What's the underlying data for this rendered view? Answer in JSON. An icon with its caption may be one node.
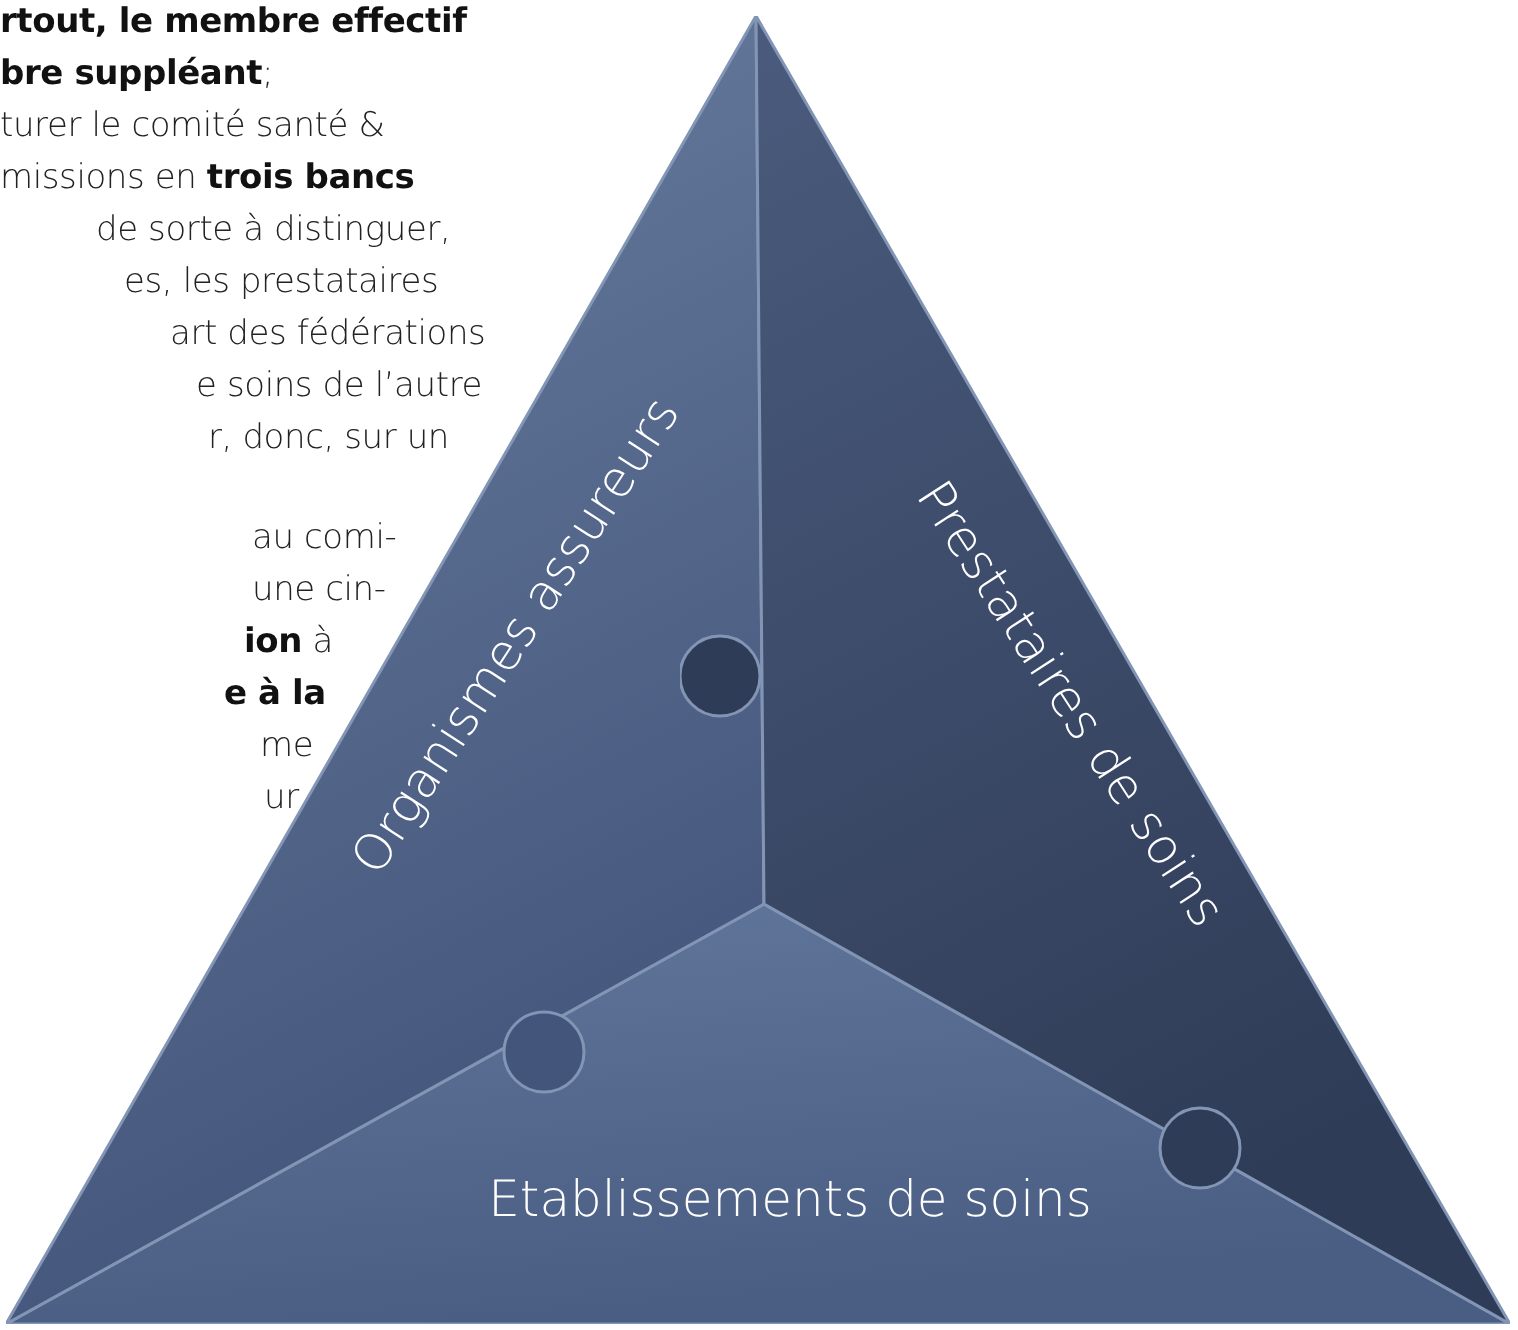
{
  "diagram": {
    "nodes": [
      {
        "text": [
          "Organismes assureurs"
        ]
      },
      {
        "text": [
          "Prestataires de soins"
        ]
      },
      {
        "text": [
          "Etablissements de soins"
        ]
      }
    ],
    "labels": [
      "**rtout, le membre effectif**",
      "**bre suppléant**;",
      "turer le comité santé &",
      "missions en **trois bancs**",
      "de sorte à distinguer,",
      "es, les prestataires",
      "art des fédérations",
      "e soins de l’autre",
      "r, donc, sur un",
      "au comi-",
      "une cin-",
      "**ion** à",
      "**e à la**",
      "me",
      "ur"
    ]
  }
}
